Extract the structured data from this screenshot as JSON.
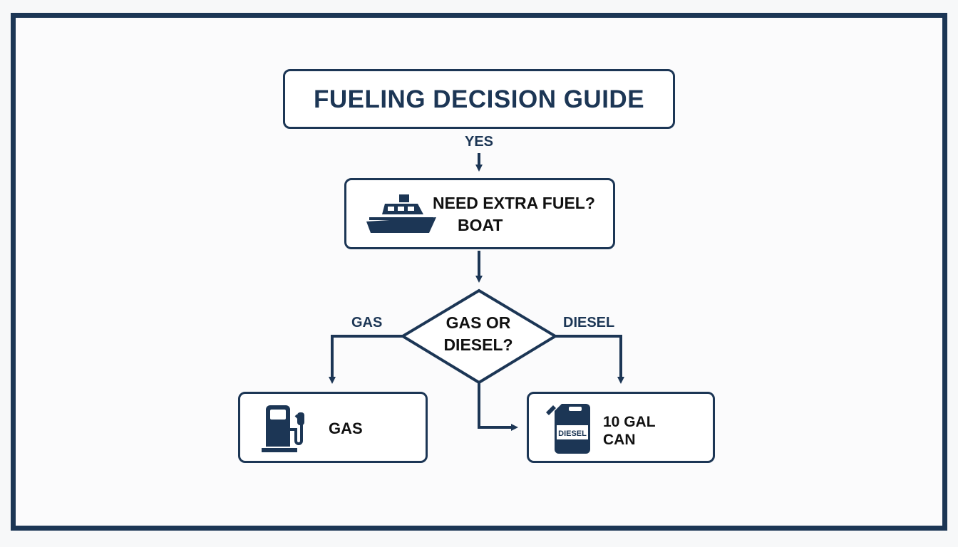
{
  "diagram": {
    "title": "FUELING DECISION GUIDE",
    "yes_label": "YES",
    "step_box": {
      "line1": "NEED EXTRA FUEL?",
      "line2": "BOAT",
      "icon": "boat-icon"
    },
    "decision": {
      "line1": "GAS OR",
      "line2": "DIESEL?"
    },
    "branch_left_label": "GAS",
    "branch_right_label": "DIESEL",
    "gas_box": {
      "label": "GAS",
      "icon": "fuel-pump-icon"
    },
    "diesel_box": {
      "line1": "10 GAL",
      "line2": "CAN",
      "can_label": "DIESEL",
      "icon": "jerry-can-icon"
    }
  },
  "colors": {
    "primary": "#1c3655",
    "text": "#111111",
    "background": "#fbfbfc"
  }
}
